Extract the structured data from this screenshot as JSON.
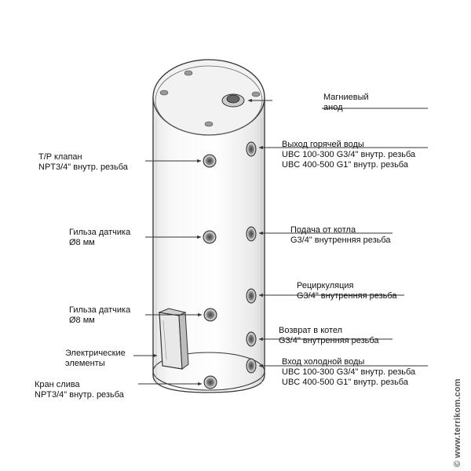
{
  "labels": {
    "anode": [
      "Магниевый",
      "анод"
    ],
    "hot_water": [
      "Выход горячей воды",
      "UBC 100-300 G3/4\" внутр. резьба",
      "UBC 400-500 G1\" внутр. резьба"
    ],
    "tp_valve": [
      "T/P клапан",
      "NPT3/4\" внутр. резьба"
    ],
    "boiler_supply": [
      "Подача от котла",
      "G3/4\" внутренняя резьба"
    ],
    "sensor_sleeve_1": [
      "Гильза датчика",
      "Ø8 мм"
    ],
    "recirculation": [
      "Рециркуляция",
      "G3/4\" внутренняя резьба"
    ],
    "sensor_sleeve_2": [
      "Гильза датчика",
      "Ø8 мм"
    ],
    "boiler_return": [
      "Возврат в котел",
      "G3/4\" внутренняя резьба"
    ],
    "electric_elements": [
      "Электрические",
      "элементы"
    ],
    "cold_water": [
      "Вход холодной воды",
      "UBC 100-300 G3/4\" внутр. резьба",
      "UBC 400-500 G1\" внутр. резьба"
    ],
    "drain_valve": [
      "Кран слива",
      "NPT3/4\" внутр. резьба"
    ]
  },
  "watermark": "© www.terrikom.com"
}
